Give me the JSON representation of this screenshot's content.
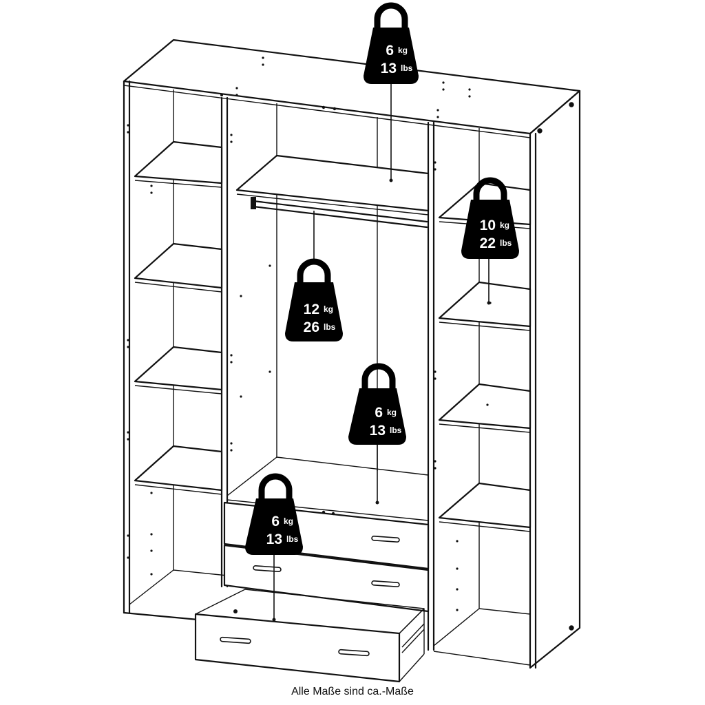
{
  "caption": "Alle Maße sind ca.-Maße",
  "weights": [
    {
      "id": "top",
      "kg": "6",
      "kg_unit": "kg",
      "lbs": "13",
      "lbs_unit": "lbs"
    },
    {
      "id": "rail",
      "kg": "12",
      "kg_unit": "kg",
      "lbs": "26",
      "lbs_unit": "lbs"
    },
    {
      "id": "right-shelf",
      "kg": "10",
      "kg_unit": "kg",
      "lbs": "22",
      "lbs_unit": "lbs"
    },
    {
      "id": "bottom-shelf",
      "kg": "6",
      "kg_unit": "kg",
      "lbs": "13",
      "lbs_unit": "lbs"
    },
    {
      "id": "drawer",
      "kg": "6",
      "kg_unit": "kg",
      "lbs": "13",
      "lbs_unit": "lbs"
    }
  ]
}
